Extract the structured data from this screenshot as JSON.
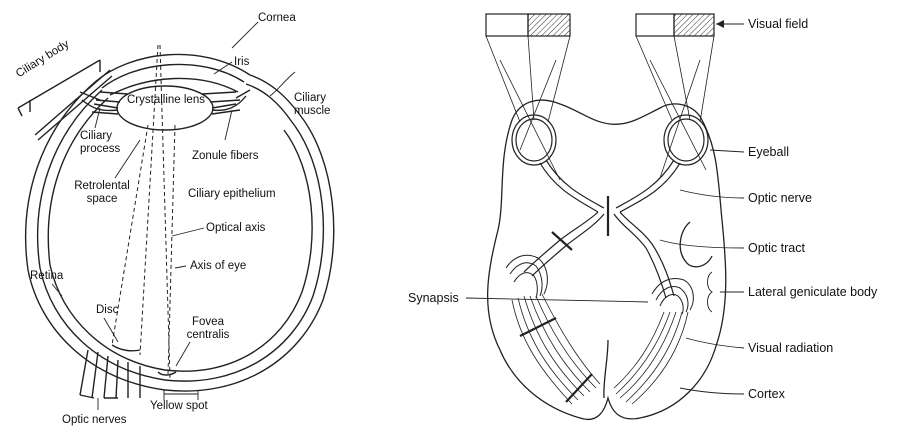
{
  "eye_diagram": {
    "labels": {
      "cornea": "Cornea",
      "iris": "Iris",
      "ciliary_body": "Ciliary body",
      "crystalline_lens": "Crystalline lens",
      "ciliary_muscle": "Ciliary muscle",
      "ciliary_process": "Ciliary process",
      "zonule_fibers": "Zonule fibers",
      "retrolental_space": "Retrolental space",
      "ciliary_epithelium": "Ciliary epithelium",
      "optical_axis": "Optical axis",
      "axis_of_eye": "Axis of eye",
      "retina": "Retina",
      "disc": "Disc",
      "fovea_centralis": "Fovea centralis",
      "yellow_spot": "Yellow spot",
      "optic_nerves": "Optic nerves"
    }
  },
  "pathway_diagram": {
    "labels": {
      "visual_field": "Visual field",
      "eyeball": "Eyeball",
      "optic_nerve": "Optic nerve",
      "optic_tract": "Optic tract",
      "synapsis": "Synapsis",
      "lateral_geniculate_body": "Lateral geniculate body",
      "visual_radiation": "Visual radiation",
      "cortex": "Cortex"
    }
  }
}
